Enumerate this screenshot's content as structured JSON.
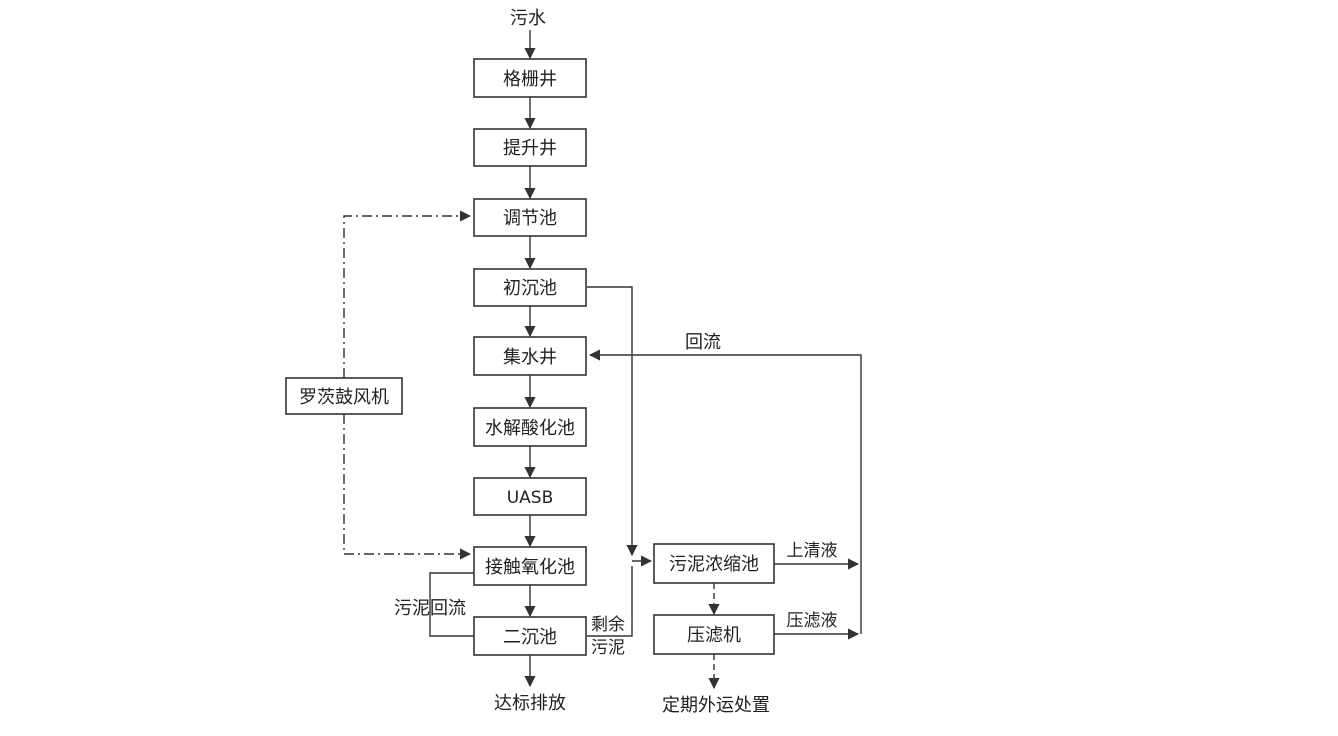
{
  "diagram": {
    "input": "污水",
    "nodes": {
      "bar_screen": "格栅井",
      "lift_well": "提升井",
      "equalization": "调节池",
      "primary_settling": "初沉池",
      "collection_well": "集水井",
      "hydrolysis": "水解酸化池",
      "uasb": "UASB",
      "contact_oxidation": "接触氧化池",
      "secondary_settling": "二沉池",
      "blower": "罗茨鼓风机",
      "thickener": "污泥浓缩池",
      "filter_press": "压滤机"
    },
    "outputs": {
      "discharge": "达标排放",
      "disposal": "定期外运处置"
    },
    "edge_labels": {
      "return_flow": "回流",
      "sludge_return": "污泥回流",
      "excess_sludge_1": "剩余",
      "excess_sludge_2": "污泥",
      "supernatant": "上清液",
      "filtrate": "压滤液"
    }
  }
}
